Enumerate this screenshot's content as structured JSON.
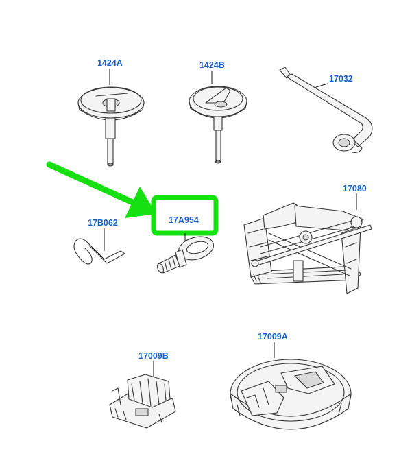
{
  "parts": [
    {
      "id": "1424A",
      "label": "1424A"
    },
    {
      "id": "1424B",
      "label": "1424B"
    },
    {
      "id": "17032",
      "label": "17032"
    },
    {
      "id": "17B062",
      "label": "17B062"
    },
    {
      "id": "17A954",
      "label": "17A954"
    },
    {
      "id": "17080",
      "label": "17080"
    },
    {
      "id": "17009B",
      "label": "17009B"
    },
    {
      "id": "17009A",
      "label": "17009A"
    }
  ],
  "highlight": {
    "part": "17A954",
    "color": "#16e012"
  },
  "label_color": "#1a5fc8"
}
